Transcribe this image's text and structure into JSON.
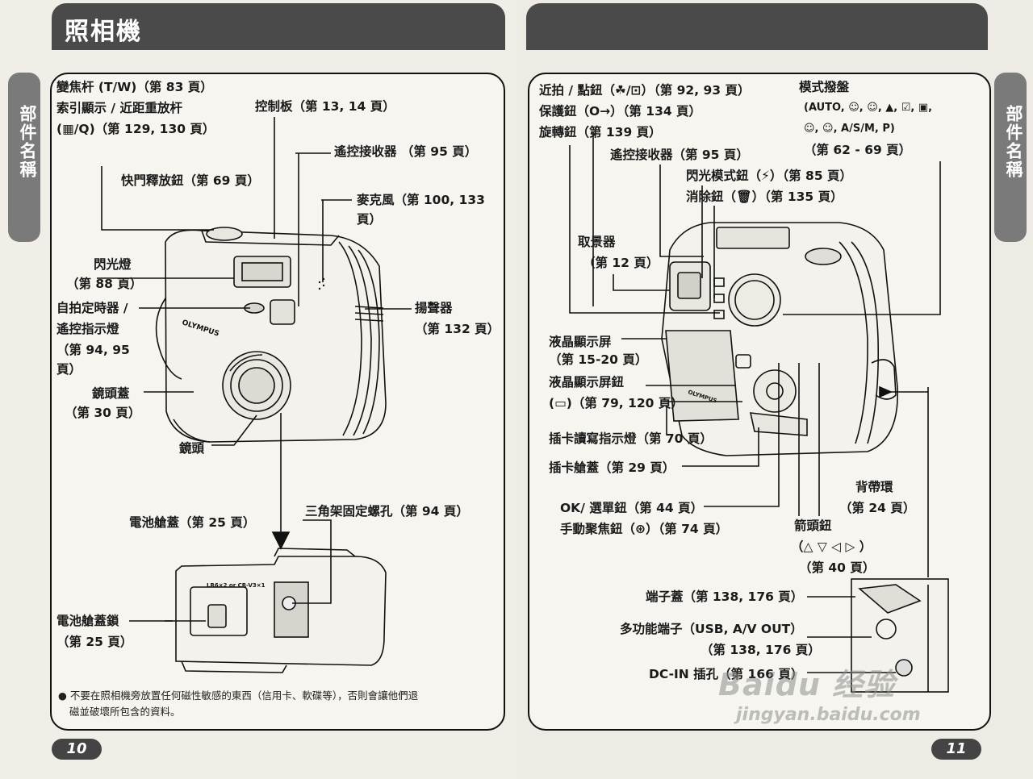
{
  "left_page": {
    "section_title": "照相機",
    "side_tab": "部件名稱",
    "page_number": "10",
    "labels": {
      "zoom_lever": "變焦杆 (T/W)（第 83 頁）",
      "index_display": "索引顯示 / 近距重放杆",
      "index_display_pages": "(▦/Q)（第 129, 130 頁）",
      "control_panel": "控制板（第 13, 14 頁）",
      "remote_receiver": "遙控接收器 （第 95 頁）",
      "shutter_button": "快門釋放鈕（第 69 頁）",
      "microphone": "麥克風（第 100, 133",
      "microphone_cont": "頁）",
      "flash": "閃光燈",
      "flash_page": "（第 88 頁）",
      "self_timer": "自拍定時器 /",
      "self_timer_2": "遙控指示燈",
      "self_timer_3": "（第 94, 95",
      "self_timer_4": "頁）",
      "speaker": "揚聲器",
      "speaker_page": "（第 132 頁）",
      "lens_cap": "鏡頭蓋",
      "lens_cap_page": "（第 30 頁）",
      "lens": "鏡頭",
      "battery_cover": "電池艙蓋（第 25 頁）",
      "tripod_socket": "三角架固定螺孔（第 94 頁）",
      "battery_lock": "電池艙蓋鎖",
      "battery_lock_page": "（第 25 頁）"
    },
    "camera_brand": "OLYMPUS",
    "battery_marking": "LR6×2 or CR-V3×1",
    "note_line1": "● 不要在照相機旁放置任何磁性敏感的東西（信用卡、軟碟等），否則會讓他們退",
    "note_line2": "磁並破壞所包含的資料。"
  },
  "right_page": {
    "side_tab": "部件名稱",
    "page_number": "11",
    "labels": {
      "macro_spot": "近拍 / 點鈕（☘/⊡）（第 92, 93 頁）",
      "protect": "保護鈕（O→）（第 134 頁）",
      "rotate": "旋轉鈕（第 139 頁）",
      "remote_receiver": "遙控接收器（第 95 頁）",
      "mode_dial": "模式撥盤",
      "mode_dial_icons": "(AUTO, ☺, ☺, ▲, ☑, ▣,",
      "mode_dial_icons_2": "☺, ☺, A/S/M, P)",
      "mode_dial_pages": "（第 62 - 69 頁）",
      "flash_mode": "閃光模式鈕（⚡）（第 85 頁）",
      "erase": "消除鈕（🗑）（第 135 頁）",
      "viewfinder": "取景器",
      "viewfinder_page": "（第 12 頁）",
      "lcd": "液晶顯示屏",
      "lcd_page": "（第 15-20 頁）",
      "lcd_button": "液晶顯示屏鈕",
      "lcd_button_page": "(▭)（第 79, 120 頁）",
      "card_access": "插卡讀寫指示燈（第 70 頁）",
      "card_cover": "插卡艙蓋（第 29 頁）",
      "strap": "背帶環",
      "strap_page": "（第 24 頁）",
      "ok_menu": "OK/ 選單鈕（第 44 頁）",
      "manual_focus": "手動聚焦鈕（⊛）（第 74 頁）",
      "arrow_pad": "箭頭鈕",
      "arrow_pad_symbols": "（△ ▽ ◁ ▷ ）",
      "arrow_pad_page": "（第 40 頁）",
      "connector_cover": "端子蓋（第 138, 176 頁）",
      "multi_connector": "多功能端子（USB, A/V OUT）",
      "multi_connector_page": "（第 138, 176 頁）",
      "dc_in": "DC-IN 插孔（第 166 頁）"
    },
    "camera_brand": "OLYMPUS",
    "watermark": "Baidu 经验",
    "watermark_url": "jingyan.baidu.com"
  }
}
